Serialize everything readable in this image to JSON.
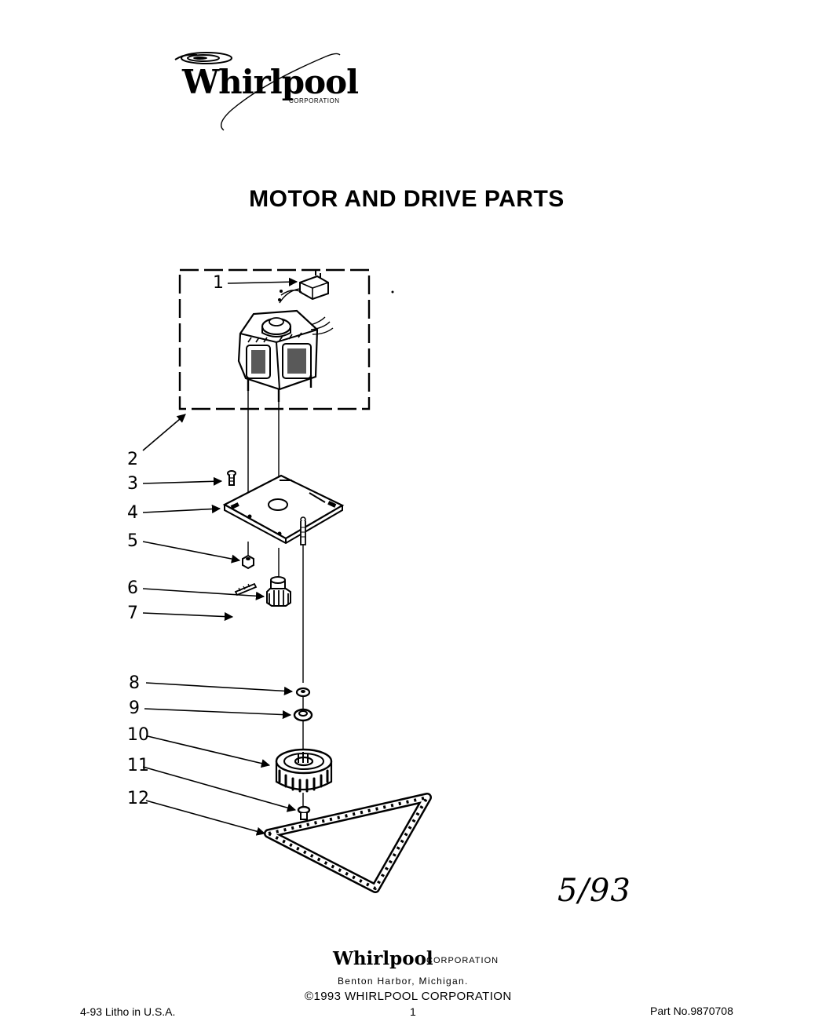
{
  "header": {
    "logo_wordmark": "Whirlpool",
    "logo_corporation": "CORPORATION",
    "title": "MOTOR AND DRIVE PARTS"
  },
  "diagram": {
    "callouts": [
      "1",
      "2",
      "3",
      "4",
      "5",
      "6",
      "7",
      "8",
      "9",
      "10",
      "11",
      "12"
    ]
  },
  "annotation": {
    "handwritten_date": "5/93"
  },
  "footer": {
    "brand": "Whirlpool",
    "brand_suffix": "CORPORATION",
    "city": "Benton Harbor, Michigan.",
    "copyright": "©1993 WHIRLPOOL CORPORATION",
    "litho": "4-93 Litho in U.S.A.",
    "page_number": "1",
    "part_number": "Part No.9870708"
  }
}
